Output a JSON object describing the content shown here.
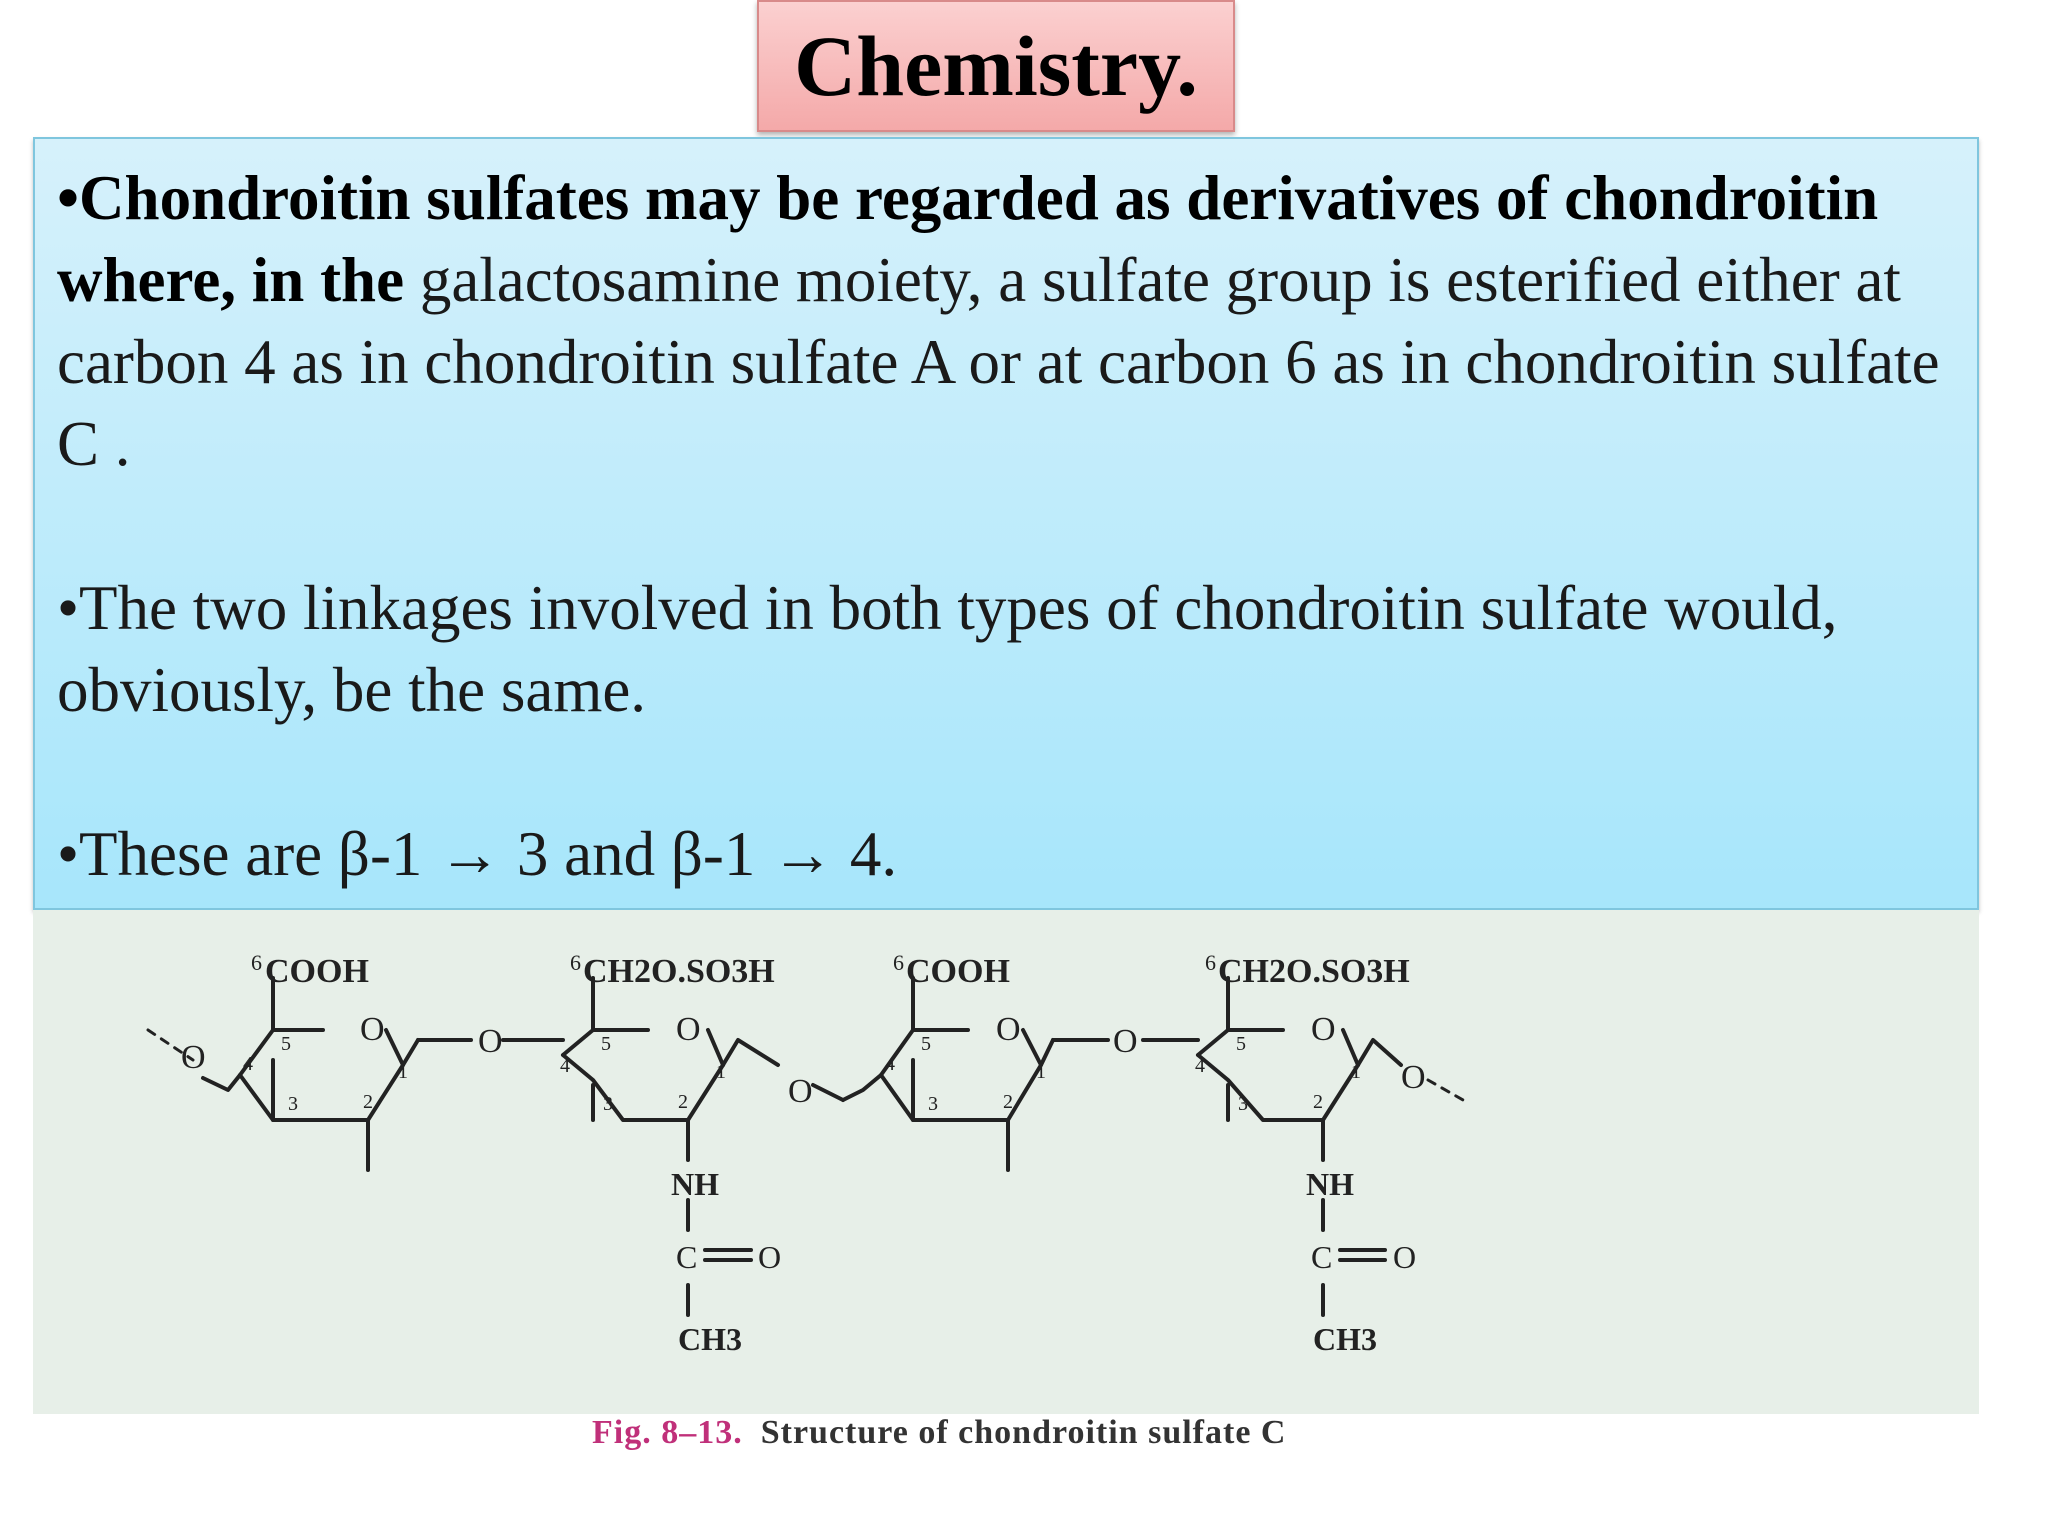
{
  "slide": {
    "title": "Chemistry.",
    "paragraph1_bold": "•Chondroitin sulfates may be regarded as derivatives of chondroitin where, in the",
    "paragraph1_rest": " galactosamine moiety, a sulfate group is esterified either at carbon 4 as in chondroitin sulfate A or at carbon 6 as in chondroitin sulfate C .",
    "paragraph2": "•The two linkages involved in both types of chondroitin sulfate would, obviously, be the same.",
    "paragraph3": "•These are β-1 → 3 and β-1 → 4."
  },
  "figure": {
    "caption_number": "Fig. 8–13.",
    "caption_text": "Structure of chondroitin sulfate C",
    "units": [
      {
        "group_sup": "6",
        "group": "COOH"
      },
      {
        "group_sup": "6",
        "group": "CH2O.SO3H"
      },
      {
        "group_sup": "6",
        "group": "COOH"
      },
      {
        "group_sup": "6",
        "group": "CH2O.SO3H"
      }
    ],
    "ring_oxygen": "O",
    "bridge_oxygen": "O",
    "nh_label": "NH",
    "carbonyl_c": "C",
    "carbonyl_o": "O",
    "methyl": "CH3",
    "ring_numbers": [
      "1",
      "2",
      "3",
      "4",
      "5"
    ]
  }
}
